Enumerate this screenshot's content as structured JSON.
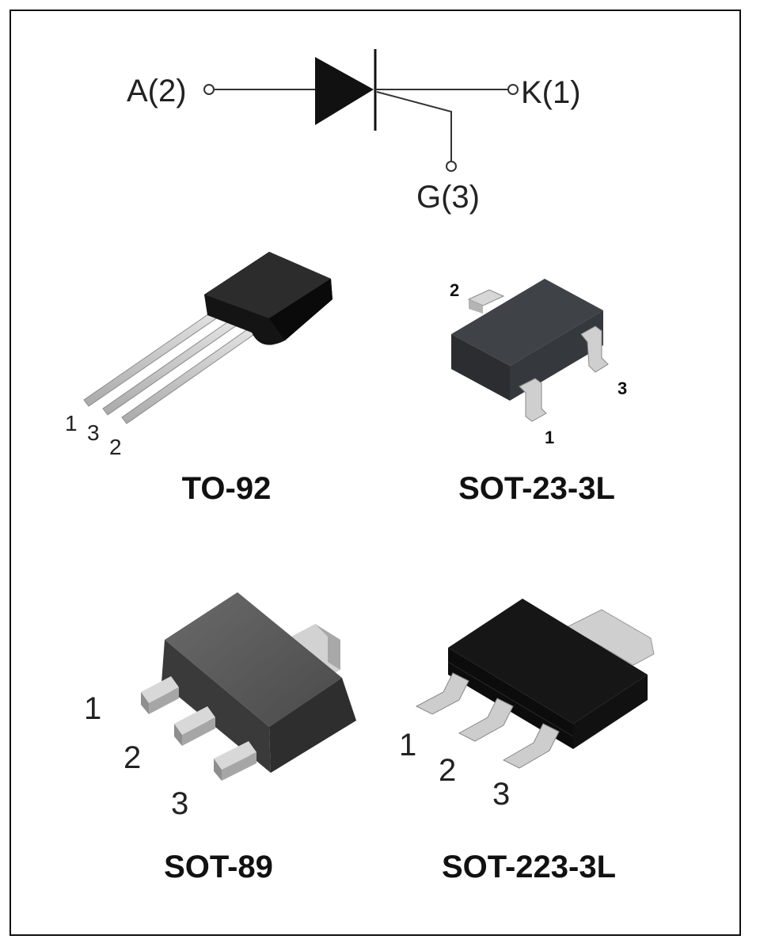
{
  "colors": {
    "body_dark": "#141414",
    "body_gray": "#3a3d41",
    "lead": "#c9c9c9",
    "border": "#111111"
  },
  "symbol": {
    "anode_label": "A(2)",
    "cathode_label": "K(1)",
    "gate_label": "G(3)"
  },
  "packages": {
    "to92": {
      "title": "TO-92",
      "pins": [
        "1",
        "3",
        "2"
      ]
    },
    "sot23": {
      "title": "SOT-23-3L",
      "pins": [
        "2",
        "3",
        "1"
      ]
    },
    "sot89": {
      "title": "SOT-89",
      "pins": [
        "1",
        "2",
        "3"
      ]
    },
    "sot223": {
      "title": "SOT-223-3L",
      "pins": [
        "1",
        "2",
        "3"
      ]
    }
  }
}
